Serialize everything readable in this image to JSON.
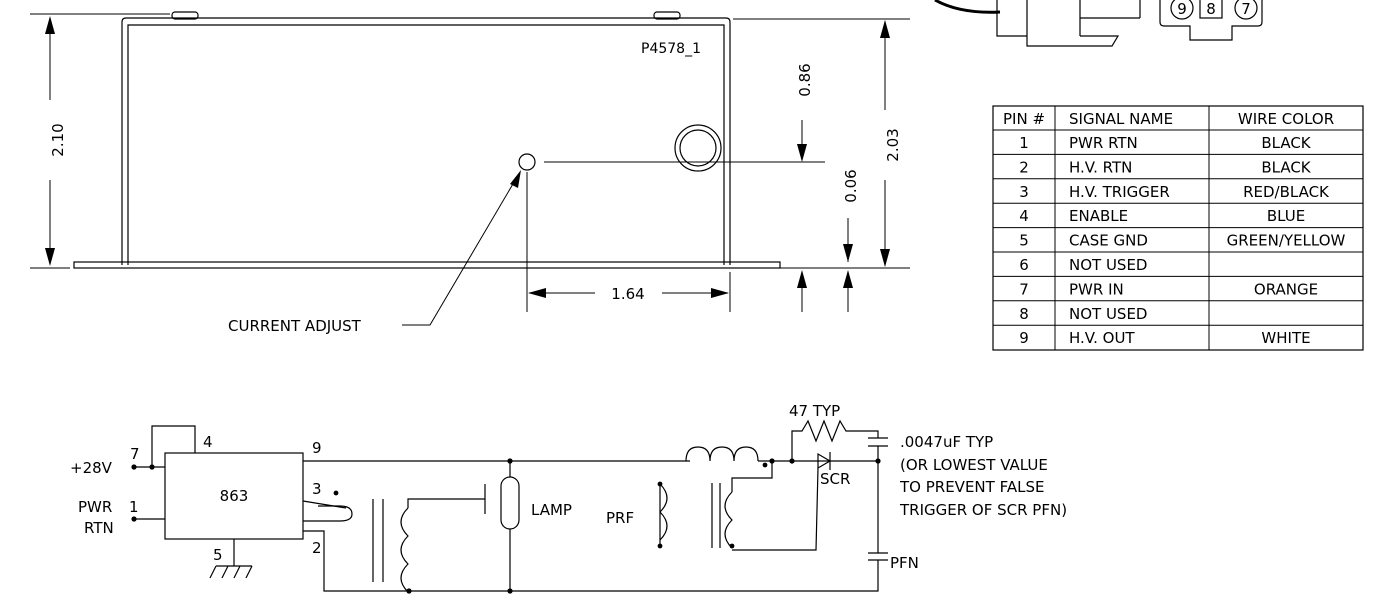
{
  "mechanical": {
    "part_number": "P4578_1",
    "dim_height_total": "2.10",
    "dim_height_case": "2.03",
    "dim_adjust_offset": "0.86",
    "dim_flange": "0.06",
    "dim_horizontal": "1.64",
    "current_adjust_label": "CURRENT ADJUST"
  },
  "connector": {
    "visible_pins": [
      "9",
      "8",
      "7"
    ]
  },
  "pin_table": {
    "headers": [
      "PIN #",
      "SIGNAL NAME",
      "WIRE COLOR"
    ],
    "rows": [
      [
        "1",
        "PWR RTN",
        "BLACK"
      ],
      [
        "2",
        "H.V. RTN",
        "BLACK"
      ],
      [
        "3",
        "H.V. TRIGGER",
        "RED/BLACK"
      ],
      [
        "4",
        "ENABLE",
        "BLUE"
      ],
      [
        "5",
        "CASE GND",
        "GREEN/YELLOW"
      ],
      [
        "6",
        "NOT USED",
        ""
      ],
      [
        "7",
        "PWR IN",
        "ORANGE"
      ],
      [
        "8",
        "NOT USED",
        ""
      ],
      [
        "9",
        "H.V. OUT",
        "WHITE"
      ]
    ]
  },
  "schematic": {
    "supply_label": "+28V",
    "pin7": "7",
    "pin1": "1",
    "pwr_label": "PWR",
    "rtn_label": "RTN",
    "module": "863",
    "pin4": "4",
    "pin9": "9",
    "pin3": "3",
    "pin2": "2",
    "pin5": "5",
    "lamp": "LAMP",
    "prf": "PRF",
    "resistor": "47 TYP",
    "scr": "SCR",
    "capacitor": ".0047uF TYP",
    "note_line1": "(OR LOWEST VALUE",
    "note_line2": "TO PREVENT FALSE",
    "note_line3": "TRIGGER OF SCR PFN)",
    "pfn": "PFN"
  }
}
